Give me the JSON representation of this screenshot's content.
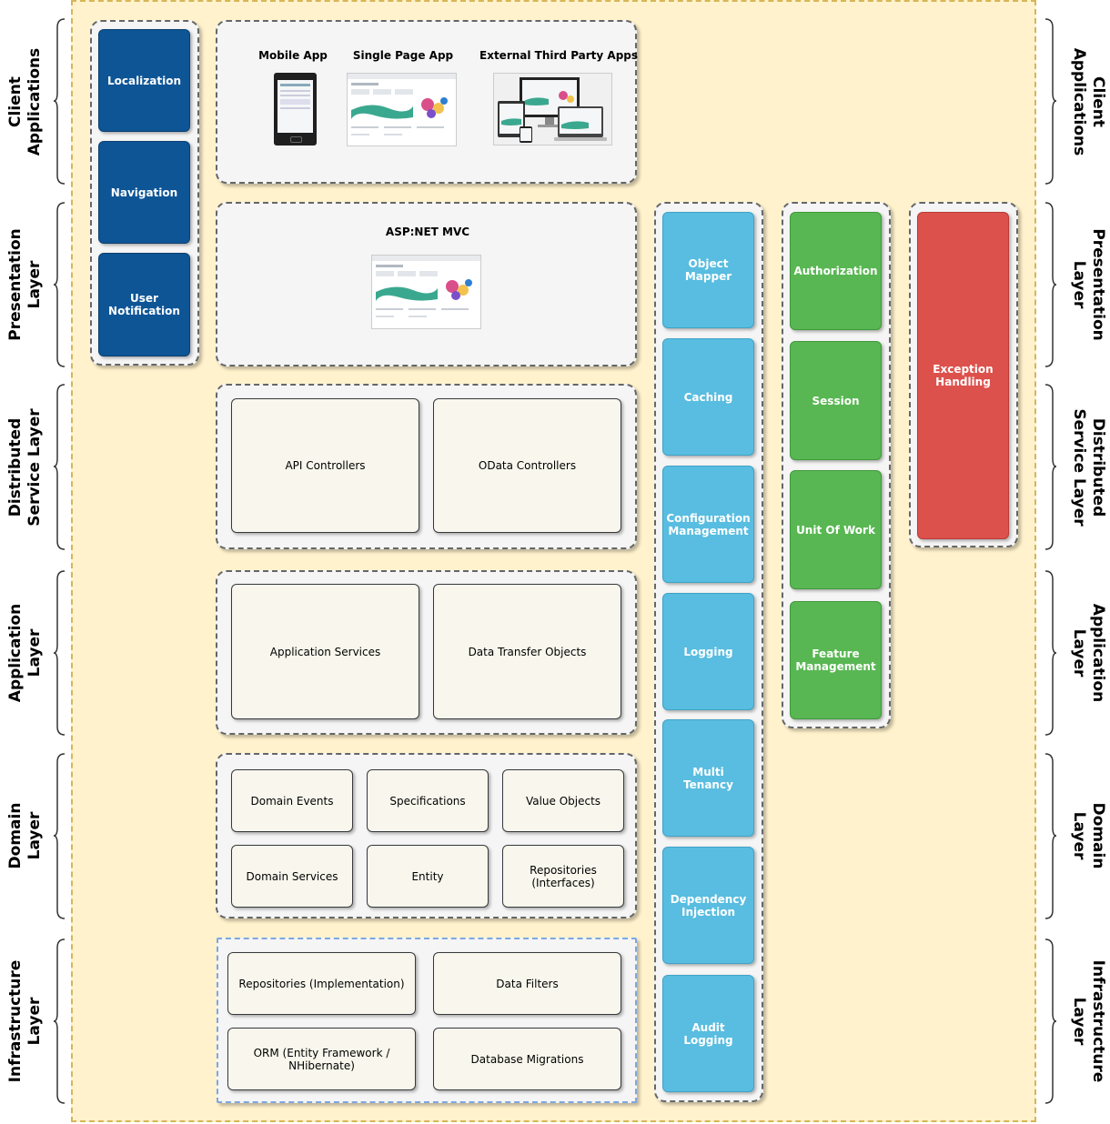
{
  "layers_left": [
    "Client\nApplications",
    "Presentation\nLayer",
    "Distributed\nService Layer",
    "Application\nLayer",
    "Domain\nLayer",
    "Infrastructure\nLayer"
  ],
  "layers_right": [
    "Client\nApplications",
    "Presentation\nLayer",
    "Distributed\nService Layer",
    "Application\nLayer",
    "Domain\nLayer",
    "Infrastructure\nLayer"
  ],
  "navy_tiles": [
    "Localization",
    "Navigation",
    "User\nNotification"
  ],
  "client_apps": {
    "mobile": "Mobile App",
    "spa": "Single Page App",
    "external": "External Third Party Apps"
  },
  "presentation": {
    "title": "ASP:NET MVC"
  },
  "distributed": [
    "API Controllers",
    "OData Controllers"
  ],
  "application": [
    "Application Services",
    "Data Transfer Objects"
  ],
  "domain": [
    "Domain Events",
    "Specifications",
    "Value Objects",
    "Domain Services",
    "Entity",
    "Repositories\n(Interfaces)"
  ],
  "infrastructure": [
    "Repositories (Implementation)",
    "Data Filters",
    "ORM (Entity Framework /\nNHibernate)",
    "Database Migrations"
  ],
  "cross_cutting": [
    "Object Mapper",
    "Caching",
    "Configuration\nManagement",
    "Logging",
    "Multi Tenancy",
    "Dependency\nInjection",
    "Audit Logging"
  ],
  "security": [
    "Authorization",
    "Session",
    "Unit Of Work",
    "Feature\nManagement"
  ],
  "exception": "Exception\nHandling",
  "colors": {
    "navy": "#0e5596",
    "cyan": "#58bde0",
    "green": "#58b752",
    "red": "#dd514c",
    "background": "#fff2cc"
  }
}
